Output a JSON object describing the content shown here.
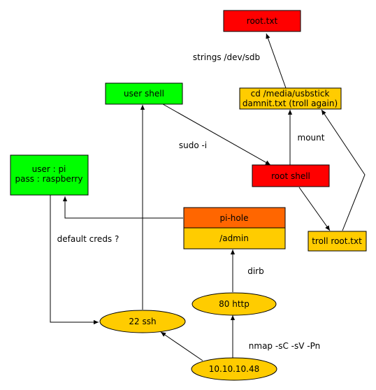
{
  "colors": {
    "red": "#ff0000",
    "green": "#00ff00",
    "orange": "#ff6600",
    "yellow": "#ffcc00",
    "line": "#000000"
  },
  "nodes": {
    "root_txt": "root.txt",
    "usbstick_line1": "cd /media/usbstick",
    "usbstick_line2": "damnit.txt (troll again)",
    "user_shell": "user shell",
    "creds_line1": "user : pi",
    "creds_line2": "pass : raspberry",
    "root_shell": "root shell",
    "pihole": "pi-hole",
    "admin": "/admin",
    "troll_root": "troll root.txt",
    "http": "80 http",
    "ssh": "22 ssh",
    "ip": "10.10.10.48"
  },
  "edge_labels": {
    "strings": "strings /dev/sdb",
    "sudo": "sudo -i",
    "mount": "mount",
    "default_creds": "default creds ?",
    "dirb": "dirb",
    "nmap": "nmap -sC -sV -Pn"
  }
}
